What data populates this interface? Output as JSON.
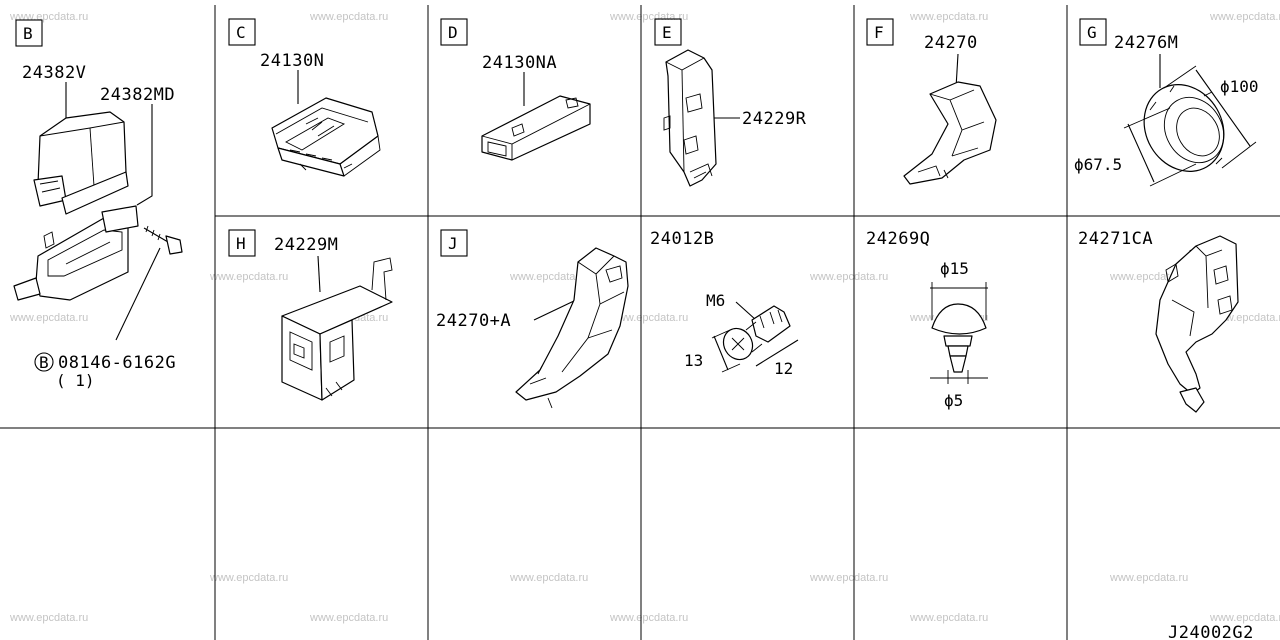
{
  "watermark": "www.epcdata.ru",
  "drawing_code": "J24002G2",
  "cells": {
    "B": {
      "letter": "B",
      "parts": [
        "24382V",
        "24382MD"
      ],
      "bolt": "08146-6162G",
      "bolt_badge": "B",
      "qty": "( 1)"
    },
    "C": {
      "letter": "C",
      "part": "24130N"
    },
    "D": {
      "letter": "D",
      "part": "24130NA"
    },
    "E": {
      "letter": "E",
      "part": "24229R"
    },
    "F": {
      "letter": "F",
      "part": "24270"
    },
    "G": {
      "letter": "G",
      "part": "24276M",
      "dim_outer": "ϕ100",
      "dim_inner": "ϕ67.5"
    },
    "H": {
      "letter": "H",
      "part": "24229M"
    },
    "J": {
      "letter": "J",
      "part": "24270+A"
    },
    "bolt": {
      "part": "24012B",
      "thread": "M6",
      "head": "13",
      "length": "12"
    },
    "clip": {
      "part": "24269Q",
      "dia_head": "ϕ15",
      "dia_shank": "ϕ5"
    },
    "bracket": {
      "part": "24271CA"
    }
  }
}
